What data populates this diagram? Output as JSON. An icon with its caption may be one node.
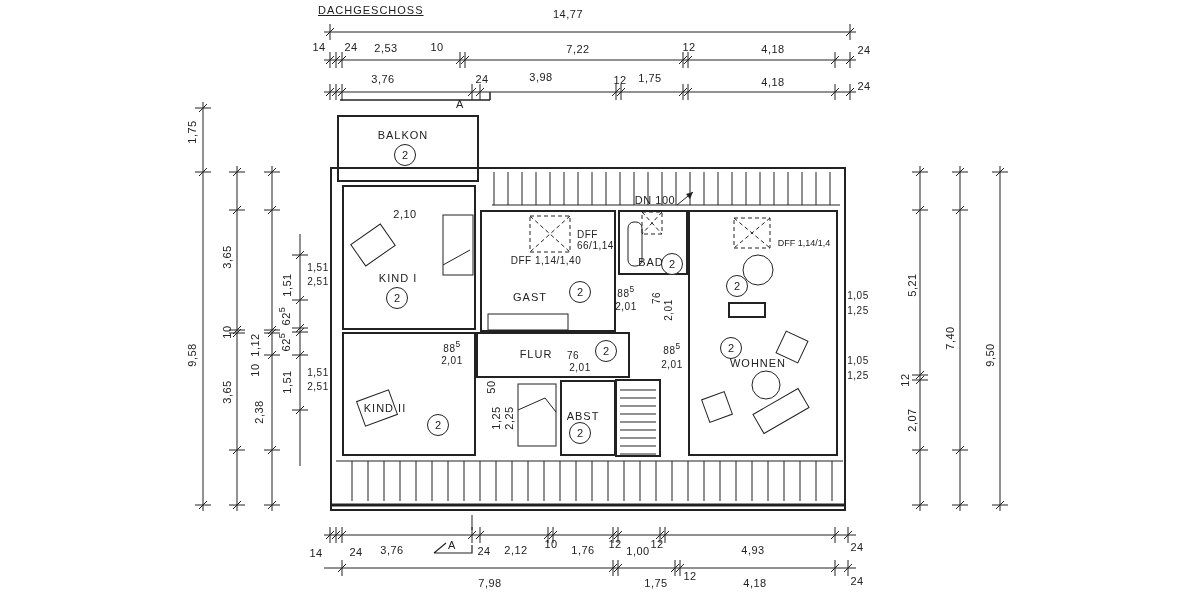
{
  "diagram": {
    "title": "DACHGESCHOSS",
    "nodes": [
      {
        "text": [
          "BALKON",
          "2"
        ]
      },
      {
        "text": [
          "KIND I",
          "2"
        ]
      },
      {
        "text": [
          "GAST",
          "2"
        ]
      },
      {
        "text": [
          "BAD",
          "2"
        ]
      },
      {
        "text": [
          "2",
          "2",
          "WOHNEN"
        ]
      },
      {
        "text": [
          "FLUR",
          "2"
        ]
      },
      {
        "text": [
          "KIND II",
          "2"
        ]
      },
      {
        "text": [
          "ABST",
          "2"
        ]
      }
    ],
    "labels": [
      "14,77",
      "14",
      "24",
      "2,53",
      "10",
      "7,22",
      "12",
      "4,18",
      "24",
      "3,76",
      "24",
      "3,98",
      "12",
      "1,75",
      "4,18",
      "24",
      "A",
      "1,75",
      "9,58",
      "3,65",
      "3,65",
      "10",
      "10",
      "1,12",
      "2,38",
      "1,51",
      "62$^{5}$",
      "62$^{5}$",
      "1,51",
      "1,51",
      "2,51",
      "1,51",
      "2,51",
      "2,10",
      "DFF 66/1,14",
      "DFF 1,14/1,40",
      "DN 100",
      "88$^{5}$",
      "2,01",
      "76",
      "2,01",
      "88$^{5}$",
      "2,01",
      "76",
      "2,01",
      "88$^{5}$",
      "2,01",
      "50",
      "1,25",
      "2,25",
      "DFF 1,14/1,4",
      "1,05",
      "1,25",
      "1,05",
      "1,25",
      "5,21",
      "7,40",
      "9,50",
      "12",
      "2,07",
      "14",
      "24",
      "3,76",
      "A",
      "24",
      "2,12",
      "10",
      "1,76",
      "12",
      "1,00",
      "12",
      "4,93",
      "24",
      "7,98",
      "1,75",
      "12",
      "4,18",
      "24"
    ]
  }
}
